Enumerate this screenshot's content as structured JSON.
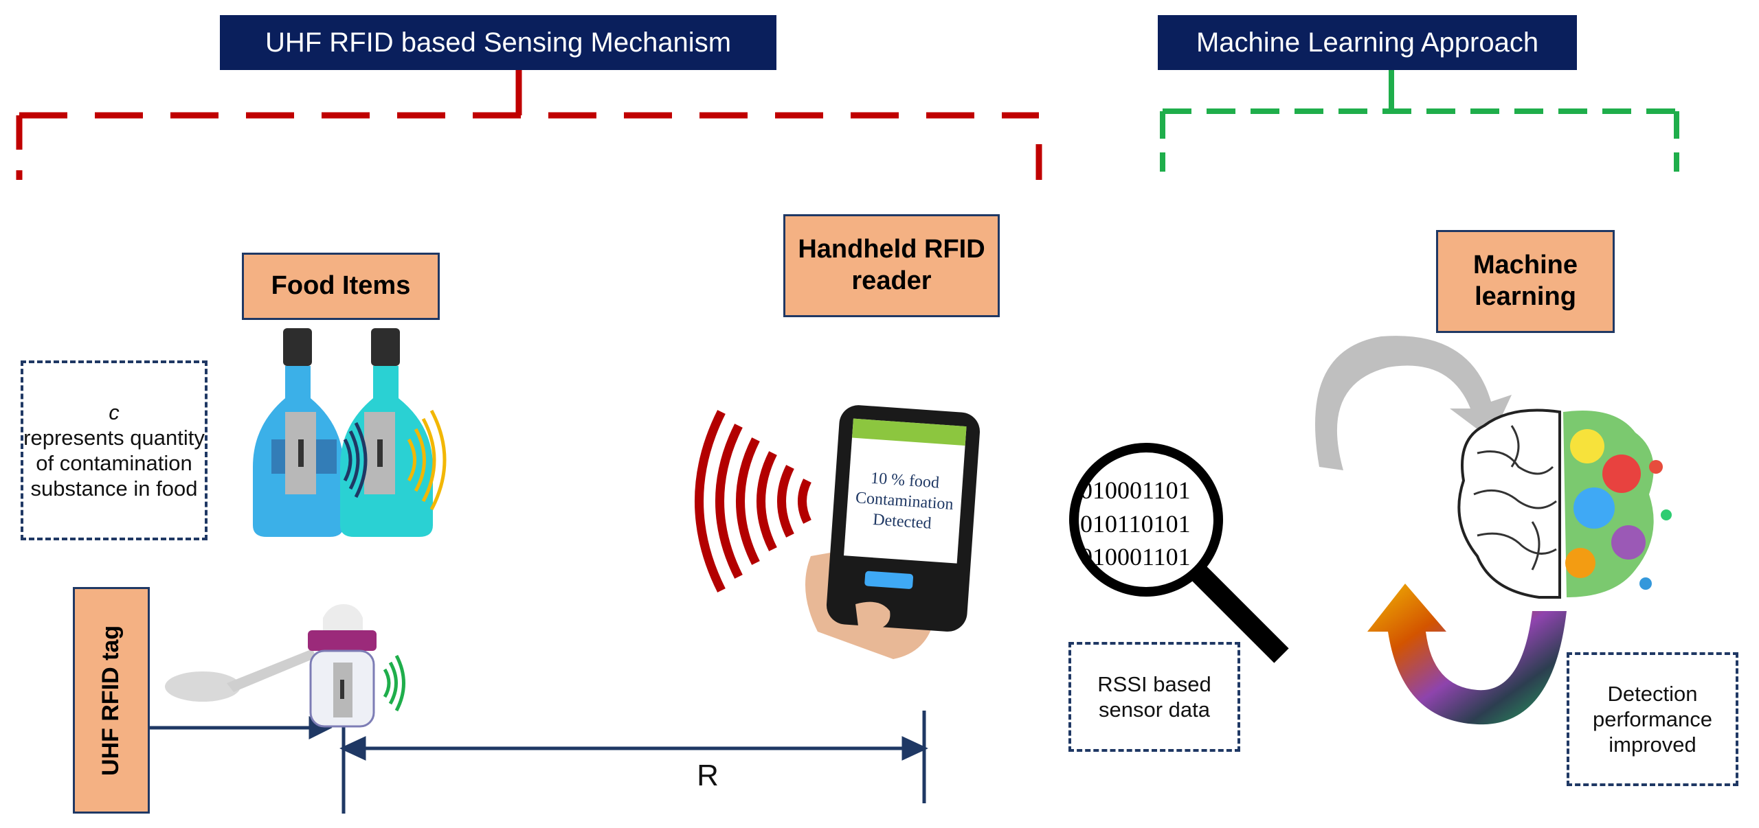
{
  "headers": {
    "left": "UHF RFID based Sensing Mechanism",
    "right": "Machine Learning Approach"
  },
  "labels": {
    "food_items": "Food Items",
    "handheld_reader": "Handheld RFID reader",
    "machine_learning": "Machine learning",
    "uhf_rfid_tag": "UHF RFID tag",
    "distance": "R"
  },
  "notes": {
    "c_symbol": "c",
    "c_description": "represents quantity of contamination substance in food",
    "rssi": "RSSI based sensor data",
    "detection": "Detection performance improved"
  },
  "phone_screen": {
    "message": "10 % food Contamination Detected"
  },
  "binary_lines": [
    "010001101",
    "010110101",
    "010001101"
  ],
  "colors": {
    "header_bg": "#0a1f5c",
    "label_bg": "#f4b183",
    "red_dashed": "#c00000",
    "green_dashed": "#1fae4b",
    "arrow": "#1f3864"
  }
}
